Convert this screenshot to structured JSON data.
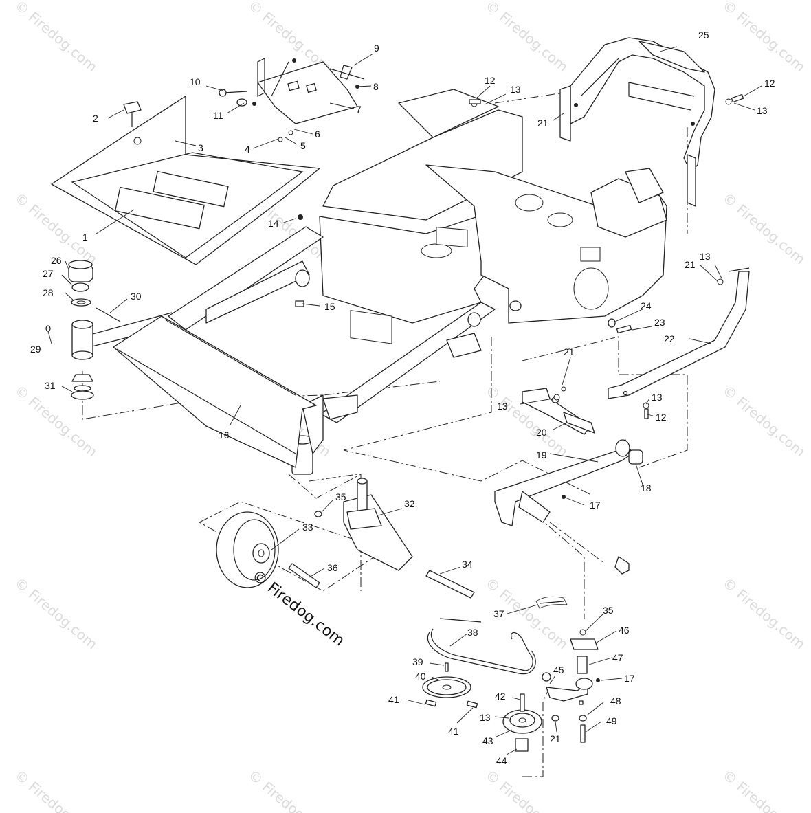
{
  "diagram": {
    "callouts": {
      "c1": "1",
      "c2": "2",
      "c3": "3",
      "c4": "4",
      "c5": "5",
      "c6": "6",
      "c7": "7",
      "c8": "8",
      "c9": "9",
      "c10": "10",
      "c11": "11",
      "c12a": "12",
      "c12b": "12",
      "c12c": "12",
      "c13a": "13",
      "c13b": "13",
      "c13c": "13",
      "c13d": "13",
      "c13e": "13",
      "c13f": "13",
      "c14": "14",
      "c15": "15",
      "c16": "16",
      "c17a": "17",
      "c17b": "17",
      "c18": "18",
      "c19": "19",
      "c20": "20",
      "c21a": "21",
      "c21b": "21",
      "c21c": "21",
      "c21d": "21",
      "c22": "22",
      "c23": "23",
      "c24": "24",
      "c25": "25",
      "c26": "26",
      "c27": "27",
      "c28": "28",
      "c29": "29",
      "c30": "30",
      "c31": "31",
      "c32": "32",
      "c33": "33",
      "c34": "34",
      "c35a": "35",
      "c35b": "35",
      "c36": "36",
      "c37": "37",
      "c38": "38",
      "c39": "39",
      "c40": "40",
      "c41a": "41",
      "c41b": "41",
      "c42": "42",
      "c43": "43",
      "c44": "44",
      "c45": "45",
      "c46": "46",
      "c47": "47",
      "c48": "48",
      "c49": "49"
    },
    "watermark": {
      "text": "© Firedog.com",
      "credit": "© Firedog.com"
    }
  }
}
